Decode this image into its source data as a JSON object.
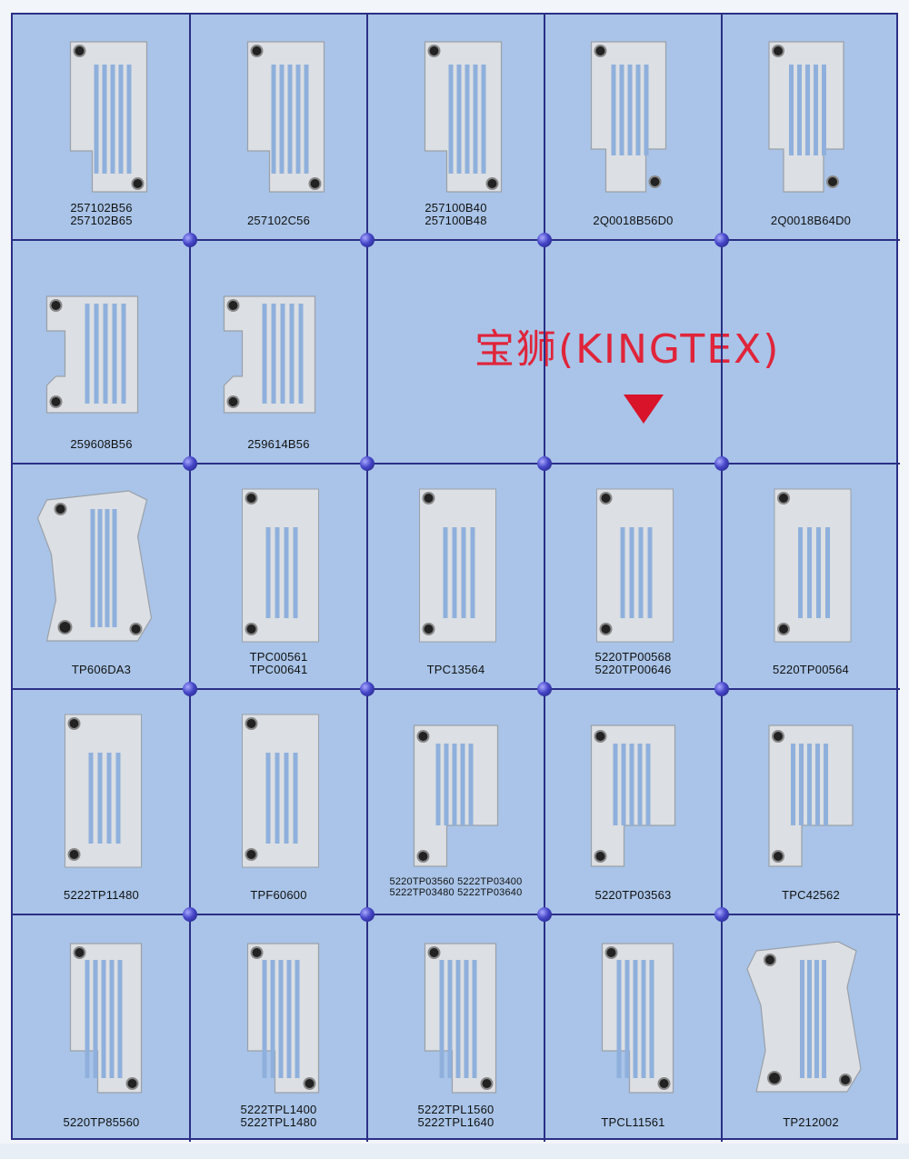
{
  "brand": {
    "text": "宝狮(KINGTEX)",
    "color": "#e0243a"
  },
  "colors": {
    "background": "#a9c4e8",
    "grid": "#2b2f86",
    "plate": "#dcdfe3"
  },
  "rows": [
    [
      {
        "labels": [
          "257102B56",
          "257102B65"
        ],
        "plate": "notch-right"
      },
      {
        "labels": [
          "257102C56"
        ],
        "plate": "notch-right"
      },
      {
        "labels": [
          "257100B40",
          "257100B48"
        ],
        "plate": "notch-right"
      },
      {
        "labels": [
          "2Q0018B56D0"
        ],
        "plate": "notch-left"
      },
      {
        "labels": [
          "2Q0018B64D0"
        ],
        "plate": "notch-left"
      }
    ],
    [
      {
        "labels": [
          "259608B56"
        ],
        "plate": "overlock"
      },
      {
        "labels": [
          "259614B56"
        ],
        "plate": "overlock"
      },
      {
        "brand": true
      }
    ],
    [
      {
        "labels": [
          "TP606DA3"
        ],
        "plate": "complex"
      },
      {
        "labels": [
          "TPC00561",
          "TPC00641"
        ],
        "plate": "rect"
      },
      {
        "labels": [
          "TPC13564"
        ],
        "plate": "rect"
      },
      {
        "labels": [
          "5220TP00568",
          "5220TP00646"
        ],
        "plate": "rect"
      },
      {
        "labels": [
          "5220TP00564"
        ],
        "plate": "rect"
      }
    ],
    [
      {
        "labels": [
          "5222TP11480"
        ],
        "plate": "rect"
      },
      {
        "labels": [
          "TPF60600"
        ],
        "plate": "rect"
      },
      {
        "labels": [
          "5220TP03560  5222TP03400",
          "5222TP03480  5222TP03640"
        ],
        "plate": "step"
      },
      {
        "labels": [
          "5220TP03563"
        ],
        "plate": "step"
      },
      {
        "labels": [
          "TPC42562"
        ],
        "plate": "step"
      }
    ],
    [
      {
        "labels": [
          "5220TP85560"
        ],
        "plate": "step-long"
      },
      {
        "labels": [
          "5222TPL1400",
          "5222TPL1480"
        ],
        "plate": "step-long"
      },
      {
        "labels": [
          "5222TPL1560",
          "5222TPL1640"
        ],
        "plate": "step-long"
      },
      {
        "labels": [
          "TPCL11561"
        ],
        "plate": "step-long"
      },
      {
        "labels": [
          "TP212002"
        ],
        "plate": "complex"
      }
    ]
  ]
}
